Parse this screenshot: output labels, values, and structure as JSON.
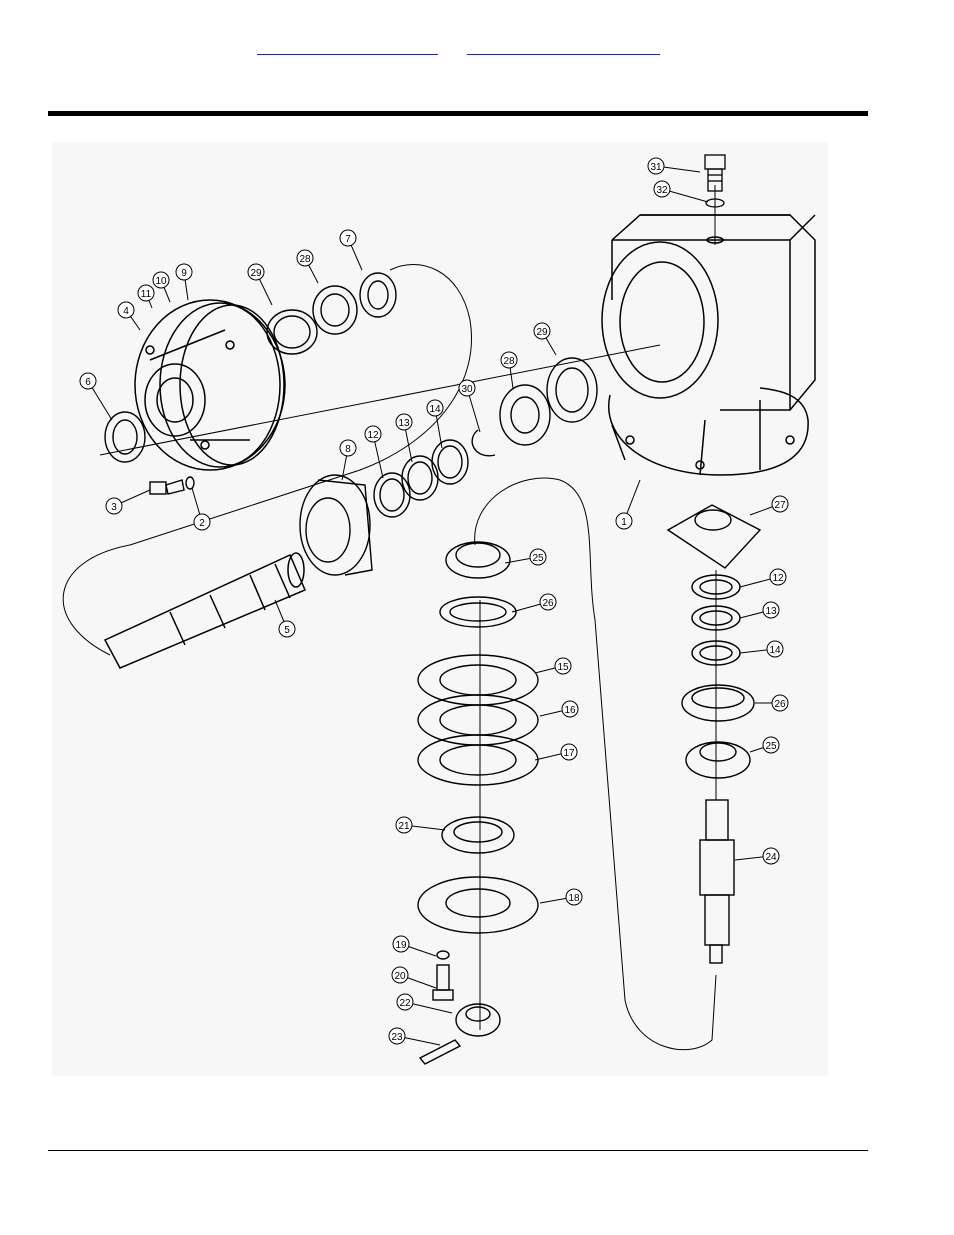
{
  "nav": {
    "link_1": "",
    "link_2": ""
  },
  "callouts": [
    "31",
    "32",
    "9",
    "10",
    "11",
    "4",
    "29",
    "28",
    "7",
    "6",
    "3",
    "2",
    "8",
    "5",
    "12",
    "13",
    "14",
    "30",
    "29",
    "28",
    "1",
    "25",
    "26",
    "15",
    "16",
    "17",
    "21",
    "18",
    "19",
    "20",
    "22",
    "23",
    "27",
    "12",
    "13",
    "14",
    "26",
    "25",
    "24"
  ],
  "colors": {
    "link": "#1a1aff",
    "ink": "#000000",
    "diagram_bg": "#f7f7f7"
  }
}
